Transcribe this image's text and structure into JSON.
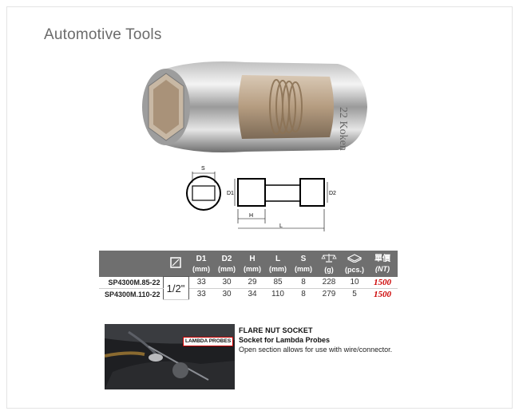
{
  "page": {
    "title": "Automotive Tools"
  },
  "drawing": {
    "labels": {
      "s": "S",
      "d1": "D1",
      "d2": "D2",
      "h": "H",
      "l": "L"
    }
  },
  "table": {
    "headers": [
      {
        "top": "D1",
        "bottom": "(mm)"
      },
      {
        "top": "D2",
        "bottom": "(mm)"
      },
      {
        "top": "H",
        "bottom": "(mm)"
      },
      {
        "top": "L",
        "bottom": "(mm)"
      },
      {
        "top": "S",
        "bottom": "(mm)"
      },
      {
        "top": "",
        "bottom": "(g)",
        "icon": "scale-icon"
      },
      {
        "top": "",
        "bottom": "(pcs.)",
        "icon": "box-icon"
      },
      {
        "top": "單價",
        "bottom": "(NT)"
      }
    ],
    "drive_icon": "square-drive-icon",
    "drive": "1/2\"",
    "rows": [
      {
        "code": "SP4300M.85-22",
        "d1": "33",
        "d2": "30",
        "h": "29",
        "l": "85",
        "s": "8",
        "g": "228",
        "pcs": "10",
        "price": "1500"
      },
      {
        "code": "SP4300M.110-22",
        "d1": "33",
        "d2": "30",
        "h": "34",
        "l": "110",
        "s": "8",
        "g": "279",
        "pcs": "5",
        "price": "1500"
      }
    ]
  },
  "promo": {
    "label": "LAMBDA PROBES",
    "title": "FLARE NUT SOCKET",
    "subtitle": "Socket for Lambda Probes",
    "description": "Open section allows for use with wire/connector."
  },
  "colors": {
    "header_bg": "#6f6f6f",
    "price": "#cc0000"
  }
}
